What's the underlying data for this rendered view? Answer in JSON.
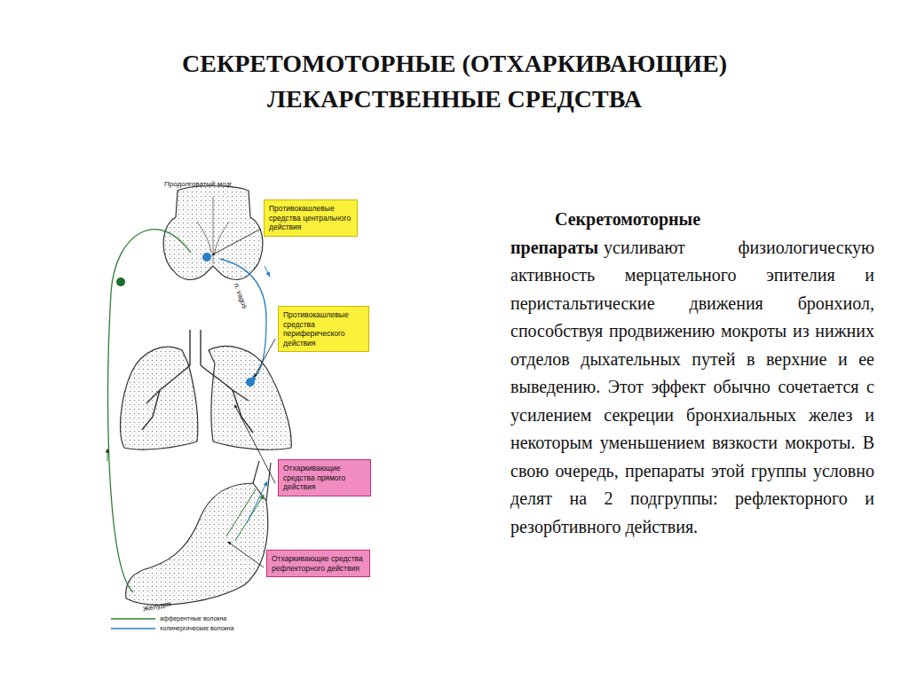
{
  "diagram": {
    "title": "СЕКРЕТОМОТОРНЫЕ (ОТХАРКИВАЮЩИЕ) ЛЕКАРСТВЕННЫЕ СРЕДСТВА",
    "nodes": [
      {
        "text": [
          "Противокашлевые средства центрального действия"
        ]
      },
      {
        "text": [
          "Противокашлевые средства периферического действия"
        ]
      },
      {
        "text": [
          "Отхаркивающие средства прямого действия"
        ]
      },
      {
        "text": [
          "Отхаркивающие средства рефлекторного действия"
        ]
      }
    ],
    "labels": [
      "Продолговатый мозг",
      "n. vagus",
      "Желудок",
      "Секретомоторные препараты",
      "усиливают физиологическую активность мерцательного эпителия и перистальтические движения бронхиол, способствуя продвижению мокроты из нижних отделов дыхательных путей в верхние и ее выведению. Этот эффект обычно сочетается с усилением секреции бронхиальных желез и некоторым уменьшением вязкости мокроты. В свою очередь, препараты этой группы условно делят на 2 подгруппы: рефлекторного и резорбтивного действия."
    ],
    "legend": [
      {
        "text": "афферентные волокна"
      },
      {
        "text": "холинергические волокна"
      }
    ]
  }
}
